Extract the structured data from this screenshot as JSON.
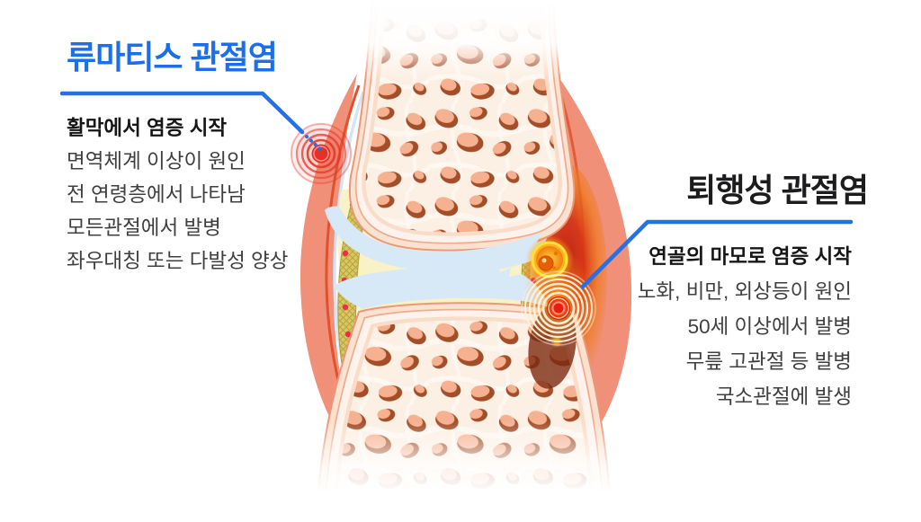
{
  "left_callout": {
    "title": "류마티스 관절염",
    "headline": "활막에서 염증 시작",
    "lines": [
      "면역체계 이상이 원인",
      "전 연령층에서 나타남",
      "모든관절에서 발병",
      "좌우대칭 또는 다발성 양상"
    ]
  },
  "right_callout": {
    "title": "퇴행성 관절염",
    "headline": "연골의 마모로 염증 시작",
    "lines": [
      "노화, 비만, 외상등이 원인",
      "50세 이상에서 발병",
      "무릎 고관절 등 발병",
      "국소관절에 발생"
    ]
  },
  "illustration": {
    "subject": "knee-joint-cross-section",
    "markers": {
      "left": "inflammation-target-icon",
      "right": "inflammation-target-icon",
      "cell": "inflamed-cell-icon"
    },
    "colors": {
      "title_blue": "#1c6fe8",
      "connector_blue": "#2470e8",
      "capsule_salmon": "#f19078",
      "inflamed_red": "#d63312",
      "bone_cream": "#fdf3ec",
      "trabecular_hole": "#f6b191",
      "cartilage_blue": "#d7e8f7",
      "synovial_fluid_yellow": "#f9f2c7",
      "synovial_membrane_olive": "#d9c75f",
      "marker_red": "#e63126",
      "cell_orange": "#ffb01e"
    }
  }
}
